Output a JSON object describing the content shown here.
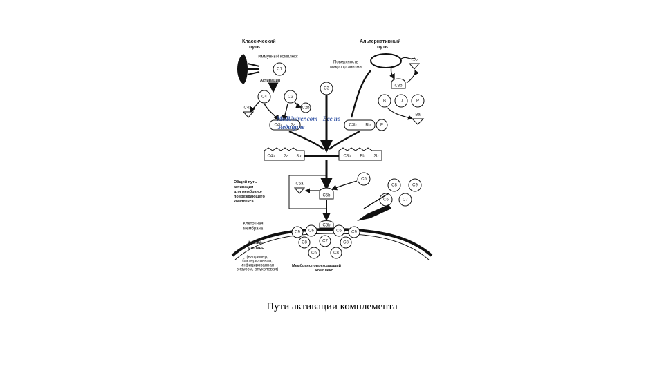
{
  "caption": "Пути активации комплемента",
  "diagram": {
    "classical_title": [
      "Классический",
      "путь"
    ],
    "immune_complex": "Иммунный комплекс",
    "activation": "Активация",
    "alternative_title": [
      "Альтернативный",
      "путь"
    ],
    "microbe_surface": [
      "Поверхность",
      "микроорганизма"
    ],
    "common_path": [
      "Общий путь",
      "активации",
      "для мембрано-",
      "повреждающего",
      "комплекса"
    ],
    "cell_membrane": [
      "Клеточная",
      "мембрана"
    ],
    "cell_wall": [
      "Клетка-",
      "мишень"
    ],
    "cell_wall_note": [
      "(например,",
      "бактериальная,",
      "инфицированная",
      "вирусом, опухолевая)"
    ],
    "mac_label": [
      "Мембраноповреждающий",
      "комплекс"
    ],
    "watermark": [
      "MedUniver.com - Все по",
      "медицине"
    ],
    "nodes": {
      "c1": "C1",
      "c4": "C4",
      "c2": "C2",
      "c4a": "C4a",
      "c2b": "C2b",
      "c4b": "C4b",
      "c2a_upper": "2a",
      "c3": "C3",
      "c3a": "C3a",
      "c3b": "C3b",
      "b": "B",
      "d": "D",
      "p": "P",
      "bb": "Bb",
      "ba": "Ba",
      "p2": "P",
      "c4b2": "C4b",
      "c2a2": "2a",
      "c3b2": "3b",
      "c3b3": "C3b",
      "bb2": "Bb",
      "c3b4": "3b",
      "c3b_top": "C3b",
      "bb_top": "Bb",
      "b_top": "3b",
      "c5": "C5",
      "c5a": "C5a",
      "c5b": "C5b",
      "c8": "C8",
      "c9a": "C9",
      "c6": "C6",
      "c7": "C7",
      "c5b_m": "C5b",
      "c9": "C9",
      "c6m": "C6",
      "c6m2": "C6",
      "c9b": "C9",
      "c8m": "C8",
      "c7m": "C7",
      "c8m2": "C8",
      "c6m3": "C6",
      "c8m3": "C8"
    }
  }
}
